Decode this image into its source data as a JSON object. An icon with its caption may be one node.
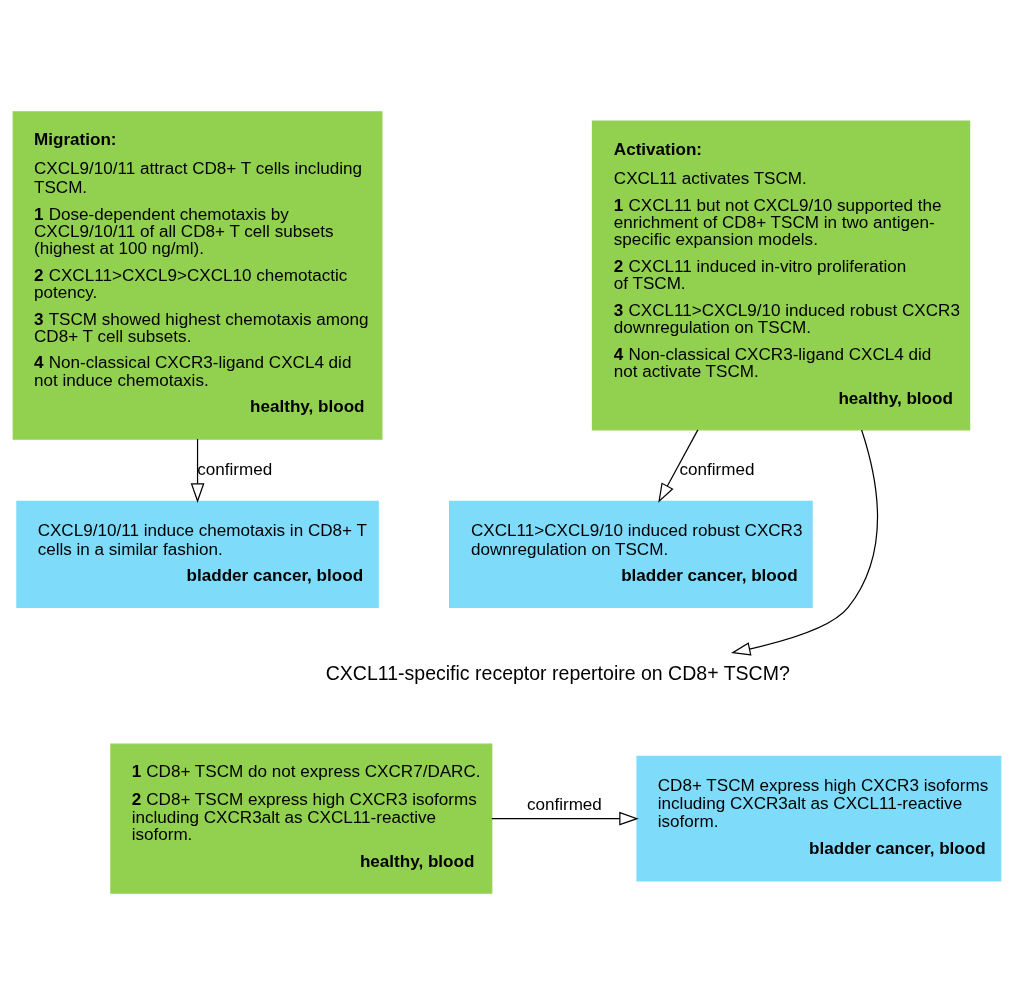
{
  "diagram": {
    "nodes": [
      {
        "text": [
          "Migration:",
          "CXCL9/10/11 attract CD8+ T cells including TSCM.",
          "**1** Dose-dependent chemotaxis by CXCL9/10/11 of all CD8+ T cell subsets (highest at 100 ng/ml).",
          "**2** CXCL11>CXCL9>CXCL10 chemotactic potency.",
          "**3** TSCM showed highest chemotaxis among CD8+ T cell subsets.",
          "**4** Non-classical CXCR3-ligand CXCL4 did not induce chemotaxis.",
          "healthy, blood"
        ]
      },
      {
        "text": [
          "Activation:",
          "CXCL11 activates TSCM.",
          "**1** CXCL11 but not CXCL9/10 supported the enrichment of CD8+ TSCM in two antigen-specific expansion models.",
          "**2** CXCL11 induced in-vitro proliferation of TSCM.",
          "**3** CXCL11>CXCL9/10 induced robust CXCR3 downregulation on TSCM.",
          "**4** Non-classical CXCR3-ligand CXCL4 did not activate TSCM.",
          "healthy, blood"
        ]
      },
      {
        "text": [
          "CXCL9/10/11 induce chemotaxis in CD8+ T cells in a similar fashion.",
          "bladder cancer, blood"
        ]
      },
      {
        "text": [
          "CXCL11>CXCL9/10 induced robust CXCR3 downregulation on TSCM.",
          "bladder cancer, blood"
        ]
      },
      {
        "text": [
          "CXCL11-specific receptor repertoire on CD8+ TSCM?"
        ]
      },
      {
        "text": [
          "**1** CD8+ TSCM do not express CXCR7/DARC.",
          "**2** CD8+ TSCM express high CXCR3 isoforms including CXCR3alt as CXCL11-reactive isoform.",
          "healthy, blood"
        ]
      },
      {
        "text": [
          "CD8+ TSCM express high CXCR3 isoforms including CXCR3alt as CXCL11-reactive isoform.",
          "bladder cancer, blood"
        ]
      }
    ],
    "edges": [
      {
        "from": 0,
        "to": 2,
        "arrow": "to",
        "label": "confirmed"
      },
      {
        "from": 1,
        "to": 3,
        "arrow": "to",
        "label": "confirmed"
      },
      {
        "from": 1,
        "to": 4,
        "arrow": "to"
      },
      {
        "from": 5,
        "to": 6,
        "arrow": "to",
        "label": "confirmed"
      }
    ]
  }
}
